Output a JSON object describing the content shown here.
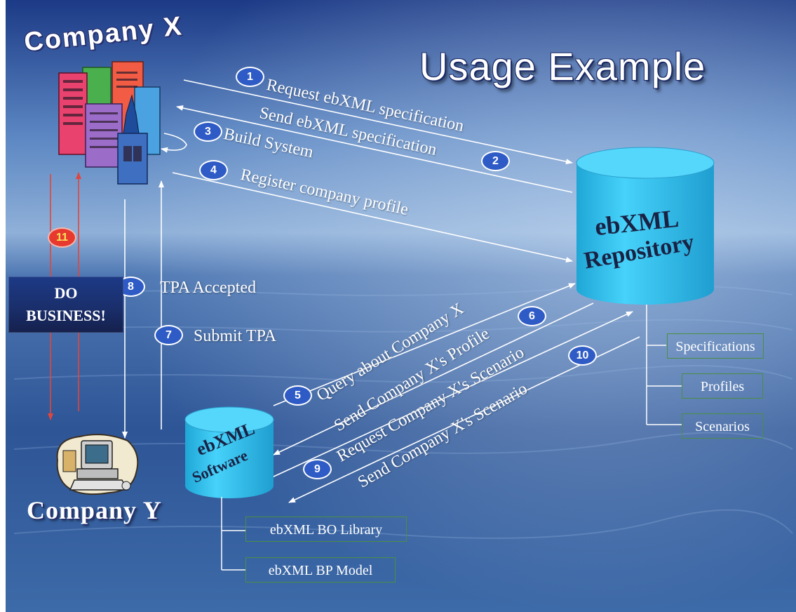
{
  "title": "Usage Example",
  "actors": {
    "company_x": "Company X",
    "company_y": "Company Y"
  },
  "repository": {
    "line1": "ebXML",
    "line2": "Repository"
  },
  "software": {
    "line1": "ebXML",
    "line2": "Software"
  },
  "repository_items": [
    "Specifications",
    "Profiles",
    "Scenarios"
  ],
  "software_items": [
    "ebXML BO Library",
    "ebXML BP Model"
  ],
  "do_business": "DO BUSINESS!",
  "steps": [
    {
      "n": "1",
      "label": "Request ebXML specification"
    },
    {
      "n": "2",
      "label": "Send ebXML specification"
    },
    {
      "n": "3",
      "label": "Build System"
    },
    {
      "n": "4",
      "label": "Register company profile"
    },
    {
      "n": "5",
      "label": "Query about Company X"
    },
    {
      "n": "6",
      "label": "Send Company X's Profile"
    },
    {
      "n": "7",
      "label": "Submit TPA"
    },
    {
      "n": "8",
      "label": "TPA Accepted"
    },
    {
      "n": "9",
      "label": "Request Company X's Scenario"
    },
    {
      "n": "10",
      "label": "Send Company X's Scenario"
    },
    {
      "n": "11",
      "label": ""
    }
  ],
  "colors": {
    "sky_top": "#6f97c8",
    "sea": "#2f5593",
    "cylinder": "#35c4f0",
    "badge": "#2e5bc5",
    "badge_red": "#e8392f",
    "box_border": "#4a8f43",
    "business_arrow": "#e0463c"
  },
  "icons": [
    "office-buildings-icon",
    "computer-workstation-icon"
  ]
}
